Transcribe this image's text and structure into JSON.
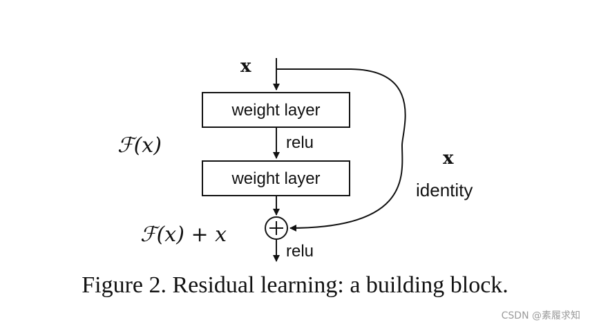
{
  "diagram": {
    "input_label": "x",
    "layer1_label": "weight layer",
    "relu_mid_label": "relu",
    "layer2_label": "weight layer",
    "residual_func": "ℱ(x)",
    "shortcut_x_label": "x",
    "identity_label": "identity",
    "sum_label": "ℱ(x) + x",
    "relu_out_label": "relu"
  },
  "caption": "Figure 2. Residual learning: a building block.",
  "watermark": "CSDN @素履求知"
}
